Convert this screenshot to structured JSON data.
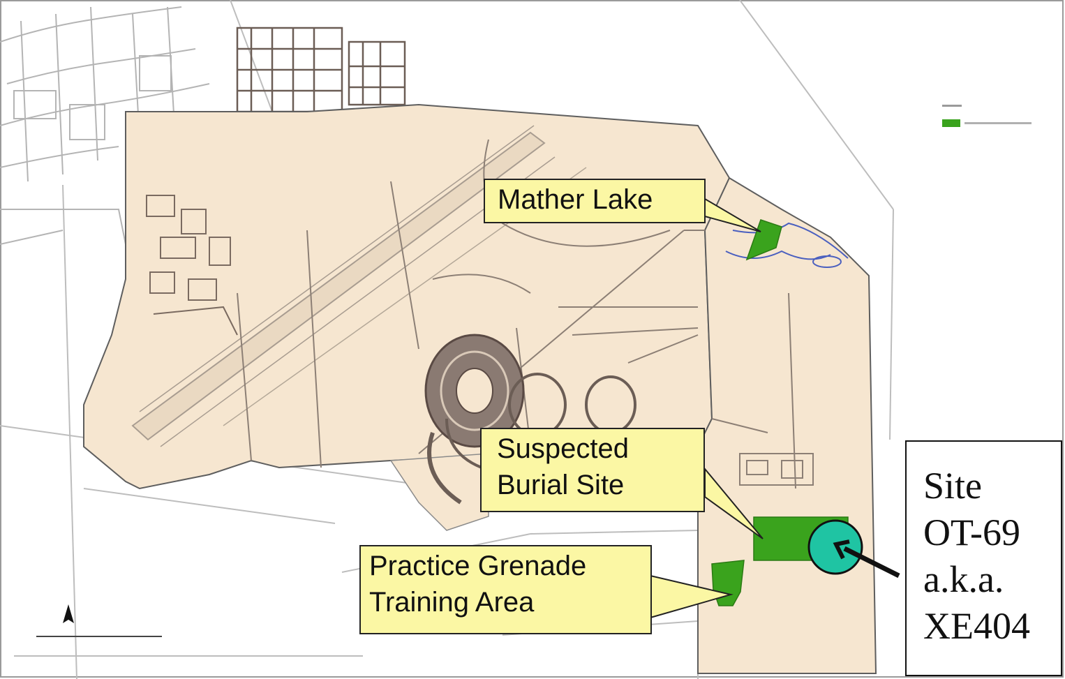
{
  "labels": {
    "mather_lake": "Mather Lake",
    "burial_site": [
      "Suspected",
      "Burial Site"
    ],
    "grenade_area": [
      "Practice Grenade",
      "Training Area"
    ]
  },
  "site": {
    "lines": [
      "Site",
      "OT-69",
      "a.k.a.",
      "XE404"
    ]
  },
  "colors": {
    "base_area": "#f6e6d0",
    "site_green": "#3aa31d",
    "marker_teal": "#1fc4a3",
    "callout_fill": "#fbf7a4"
  },
  "icons": {
    "north_arrow": "north-arrow-icon",
    "site_marker": "circle-marker-icon"
  }
}
